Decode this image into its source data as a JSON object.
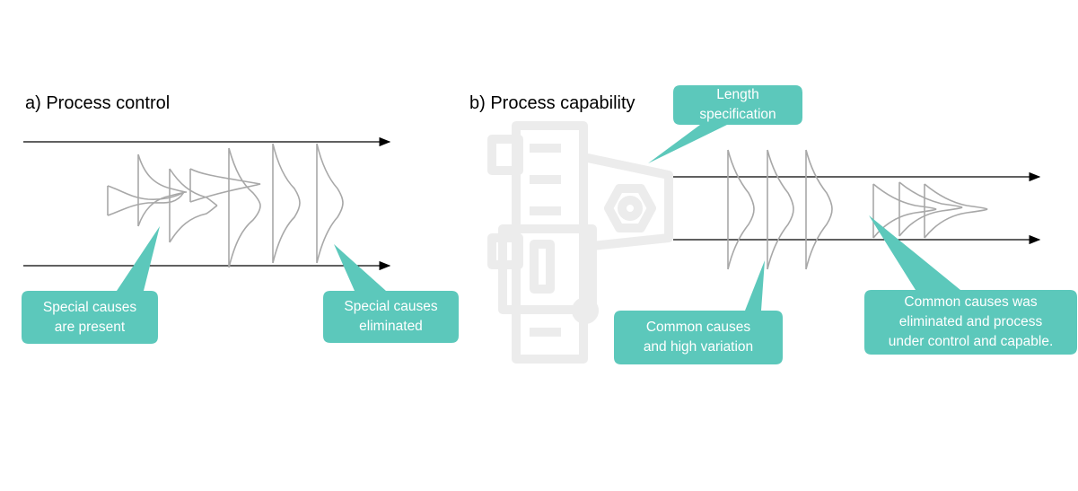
{
  "panel_a": {
    "title": "a) Process control",
    "callouts": {
      "special_present": "Special causes\nare present",
      "special_eliminated": "Special causes\neliminated"
    }
  },
  "panel_b": {
    "title": "b) Process capability",
    "callouts": {
      "length_spec": "Length\nspecification",
      "common_high": "Common causes\nand high variation",
      "common_eliminated": "Common causes was\neliminated and process\nunder control and capable."
    },
    "background_icon": "caliper-icon"
  },
  "colors": {
    "callout": "#5cc8bb",
    "curve": "#a8a8a8",
    "arrow": "#000000",
    "icon": "#ececec"
  }
}
